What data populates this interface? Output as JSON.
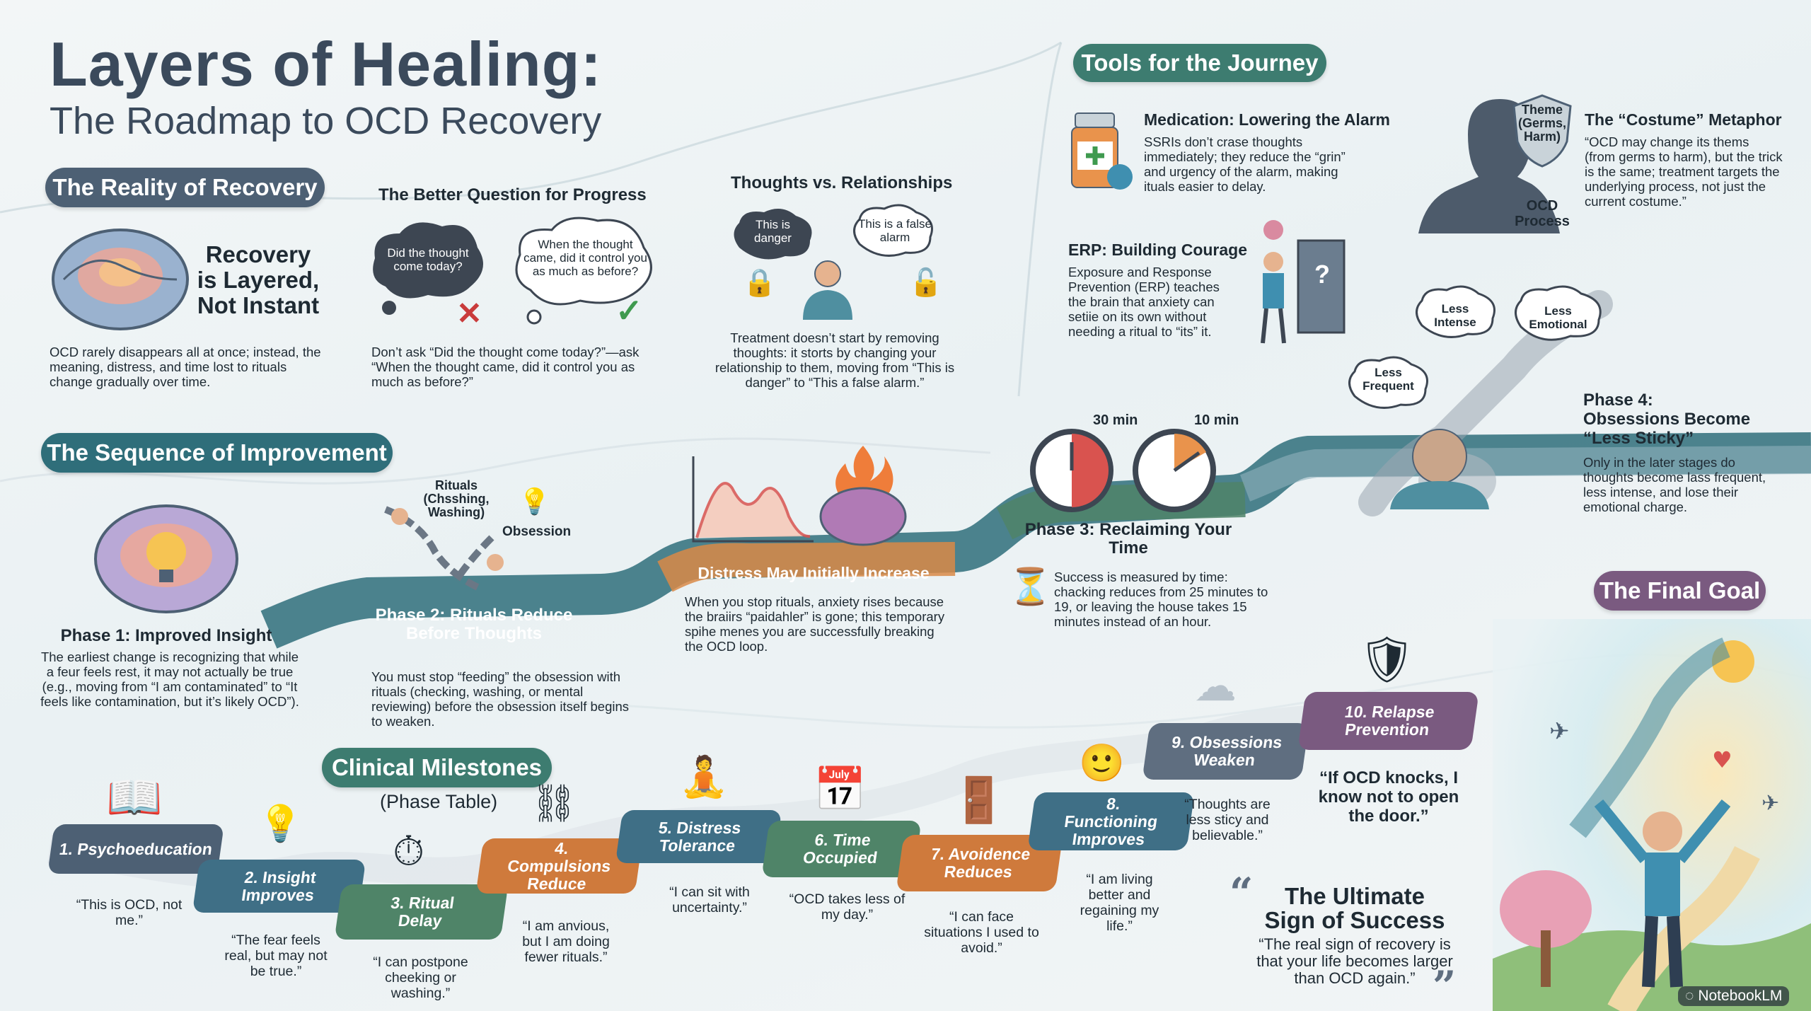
{
  "title": "Layers of Healing:",
  "subtitle": "The Roadmap to OCD Recovery",
  "reality": {
    "pill": "The Reality of Recovery",
    "headline": "Recovery is Layered, Not Instant",
    "body": "OCD rarely disappears all at once; instead, the meaning, distress, and time lost to rituals change gradually over time."
  },
  "better_question": {
    "heading": "The Better Question for Progress",
    "bubble_old": "Did the thought come today?",
    "bubble_new": "When the thought came, did it control you as much as before?",
    "body": "Don’t ask “Did the thought come today?”—ask “When the thought came, did it control you as much as before?”"
  },
  "thoughts": {
    "heading": "Thoughts vs. Relationships",
    "bubble_danger": "This is danger",
    "bubble_alarm": "This is a false alarm",
    "body": "Treatment doesn’t start by removing thoughts: it storts by changing your relationship to them, moving from “This is danger” to “This a false alarm.”"
  },
  "tools": {
    "pill": "Tools for the Journey",
    "medication_heading": "Medication: Lowering the Alarm",
    "medication_body": "SSRIs don’t crase thoughts immediately; they reduce the “grin” and urgency of the alarm, making ituals easier to delay.",
    "costume_heading": "The “Costume” Metaphor",
    "costume_body": "“OCD may change its thems (from germs to harm), but the trick is the same; treatment targets the underlying process, not just the current costume.”",
    "theme_label": "Theme (Germs, Harm)",
    "process_label": "OCD Process",
    "erp_heading": "ERP: Building Courage",
    "erp_body": "Exposure and Response Prevention (ERP) teaches the brain that anxiety can setiie on its own without needing a ritual to “its” it."
  },
  "sequence": {
    "pill": "The Sequence of Improvement",
    "phase1_heading": "Phase 1: Improved Insight",
    "phase1_body": "The earliest change is recognizing that while a feur feels rest, it may not actually be true (e.g., moving from “I am contaminated” to “It feels like contamination, but it’s likely OCD”).",
    "rituals_label": "Rituals (Chsshing, Washing)",
    "obsession_label": "Obsession",
    "phase2_label": "Phase 2: Rituals Reduce Before Thoughts",
    "phase2_body": "You must stop “feeding” the obsession with rituals (checking, washing, or mental reviewing) before the obsession itself begins to weaken.",
    "distress_label": "Distress May Initially Increase",
    "distress_body": "When you stop rituals, anxiety rises because the braiirs “paidahler” is gone; this temporary spihe menes you are successfully breaking the OCD loop.",
    "clock1_label": "30 min",
    "clock2_label": "10 min",
    "phase3_label": "Phase 3: Reclaiming Your Time",
    "phase3_body": "Success is measured by time: chacking reduces from 25 minutes to 19, or leaving the house takes 15 minutes instead of an hour.",
    "cloud_intense": "Less Intense",
    "cloud_emotional": "Less Emotional",
    "cloud_frequent": "Less Frequent",
    "phase4_heading": "Phase 4: Obsessions Become “Less Sticky”",
    "phase4_body": "Only in the later stages do thoughts become lass frequent, less intense, and lose their emotional charge."
  },
  "milestones": {
    "pill": "Clinical Milestones",
    "caption": "(Phase Table)",
    "steps": [
      {
        "label": "1. Psychoeducation",
        "quote": "“This is OCD, not me.”",
        "color": "#4d6074"
      },
      {
        "label": "2. Insight Improves",
        "quote": "“The fear feels real, but may not be true.”",
        "color": "#3f6f86"
      },
      {
        "label": "3. Ritual Delay",
        "quote": "“I can postpone cheeking or washing.”",
        "color": "#4f8468"
      },
      {
        "label": "4. Compulsions Reduce",
        "quote": "“I am anvious, but I am doing fewer rituals.”",
        "color": "#cf7a3c"
      },
      {
        "label": "5. Distress Tolerance",
        "quote": "“I can sit with uncertainty.”",
        "color": "#3f6f86"
      },
      {
        "label": "6. Time Occupied",
        "quote": "“OCD takes less of my day.”",
        "color": "#4f8468"
      },
      {
        "label": "7. Avoidence Reduces",
        "quote": "“I can face situations I used to avoid.”",
        "color": "#cf7a3c"
      },
      {
        "label": "8. Functioning Improves",
        "quote": "“I am living better and regaining my life.”",
        "color": "#3f6f86"
      },
      {
        "label": "9. Obsessions Weaken",
        "quote": "“Thoughts are less sticy and believable.”",
        "color": "#5f6e80"
      },
      {
        "label": "10. Relapse Prevention",
        "quote": "“If OCD knocks, I know not to open the door.”",
        "color": "#7a5a80"
      }
    ]
  },
  "final": {
    "pill": "The Final Goal",
    "sign_heading": "The Ultimate Sign of Success",
    "sign_body": "“The real sign of recovery is that your life becomes larger than OCD again.”"
  },
  "watermark": "NotebookLM",
  "colors": {
    "slate": "#4d6074",
    "teal": "#2f6e7a",
    "orange": "#d98a47",
    "purple": "#7a5a80",
    "green": "#3d7c70"
  }
}
